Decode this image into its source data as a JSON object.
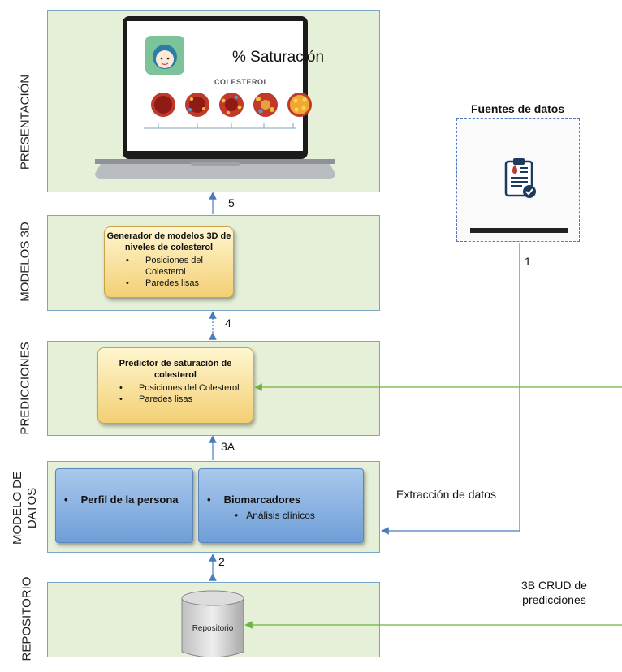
{
  "layers": {
    "presentacion": "PRESENTACIÓN",
    "modelos3d": "MODELOS 3D",
    "predicciones": "PREDICCIONES",
    "modelo_datos_1": "MODELO DE",
    "modelo_datos_2": "DATOS",
    "repositorio": "REPOSITORIO"
  },
  "laptop_screen": {
    "title": "% Saturación",
    "subtitle": "COLESTEROL"
  },
  "generador": {
    "title": "Generador de modelos 3D de niveles de colesterol",
    "items": [
      "Posiciones del Colesterol",
      "Paredes lisas"
    ]
  },
  "predictor": {
    "title": "Predictor de saturación de colesterol",
    "items": [
      "Posiciones del Colesterol",
      "Paredes lisas"
    ]
  },
  "perfil": {
    "label": "Perfil de la persona"
  },
  "biomarcadores": {
    "title": "Biomarcadores",
    "item": "Análisis clínicos"
  },
  "repositorio_db": {
    "label": "Repositorio"
  },
  "fuentes": {
    "title": "Fuentes de datos"
  },
  "arrows": {
    "n5": "5",
    "n4": "4",
    "n3a": "3A",
    "n2": "2",
    "n1": "1",
    "extraccion": "Extracción de datos",
    "crud_1": "3B CRUD de",
    "crud_2": "predicciones"
  }
}
